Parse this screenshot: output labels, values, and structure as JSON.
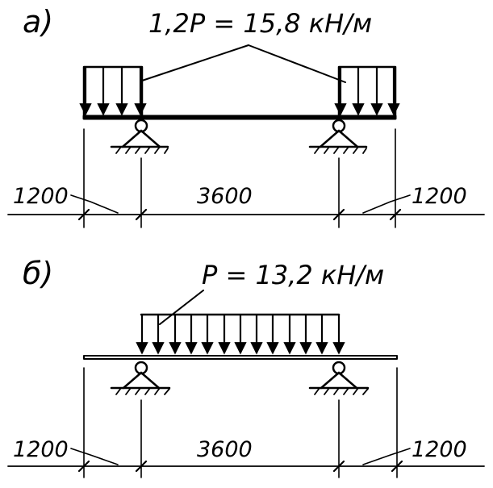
{
  "panel_a": {
    "label": "а)",
    "load_label": "1,2P = 15,8 кН/м",
    "dims": {
      "left": "1200",
      "middle": "3600",
      "right": "1200"
    }
  },
  "panel_b": {
    "label": "б)",
    "load_label": "P = 13,2 кН/м",
    "dims": {
      "left": "1200",
      "middle": "3600",
      "right": "1200"
    }
  }
}
